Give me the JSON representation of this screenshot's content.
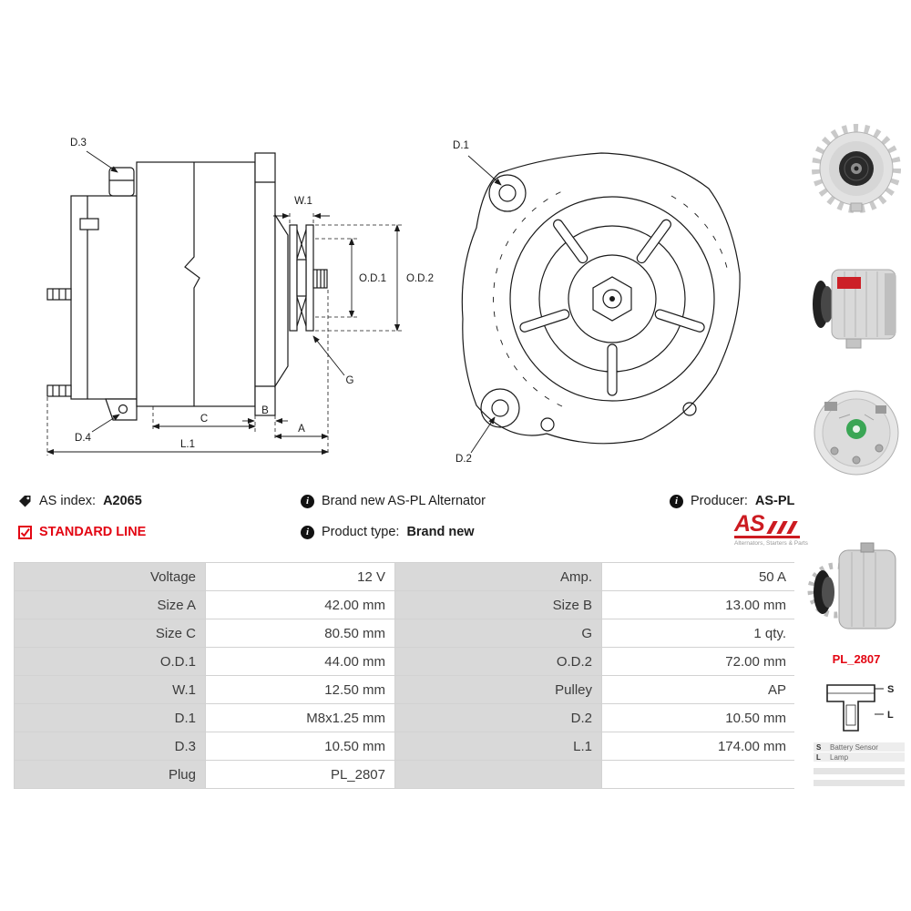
{
  "header": {
    "as_index_label": "AS index:",
    "as_index_value": "A2065",
    "standard_line": "STANDARD LINE",
    "brand_new_info": "Brand new AS-PL Alternator",
    "product_type_label": "Product type:",
    "product_type_value": "Brand new",
    "producer_label": "Producer:",
    "producer_value": "AS-PL"
  },
  "logo": {
    "text": "AS",
    "tagline": "Alternators, Starters & Parts"
  },
  "drawing": {
    "labels": {
      "d1": "D.1",
      "d2": "D.2",
      "d3": "D.3",
      "d4": "D.4",
      "w1": "W.1",
      "od1": "O.D.1",
      "od2": "O.D.2",
      "g": "G",
      "a": "A",
      "b": "B",
      "c": "C",
      "l1": "L.1"
    }
  },
  "sidebar": {
    "plug_code": "PL_2807",
    "pin_s": "S",
    "pin_l": "L",
    "legend": [
      {
        "pin": "S",
        "desc": "Battery Sensor"
      },
      {
        "pin": "L",
        "desc": "Lamp"
      }
    ]
  },
  "spec_table": {
    "rows": [
      {
        "l1": "Voltage",
        "v1": "12 V",
        "l2": "Amp.",
        "v2": "50 A"
      },
      {
        "l1": "Size A",
        "v1": "42.00 mm",
        "l2": "Size B",
        "v2": "13.00 mm"
      },
      {
        "l1": "Size C",
        "v1": "80.50 mm",
        "l2": "G",
        "v2": "1 qty."
      },
      {
        "l1": "O.D.1",
        "v1": "44.00 mm",
        "l2": "O.D.2",
        "v2": "72.00 mm"
      },
      {
        "l1": "W.1",
        "v1": "12.50 mm",
        "l2": "Pulley",
        "v2": "AP"
      },
      {
        "l1": "D.1",
        "v1": "M8x1.25 mm",
        "l2": "D.2",
        "v2": "10.50 mm"
      },
      {
        "l1": "D.3",
        "v1": "10.50 mm",
        "l2": "L.1",
        "v2": "174.00 mm"
      },
      {
        "l1": "Plug",
        "v1": "PL_2807",
        "l2": "",
        "v2": ""
      }
    ]
  },
  "colors": {
    "accent_red": "#e30613",
    "cell_gray": "#d9d9d9"
  }
}
